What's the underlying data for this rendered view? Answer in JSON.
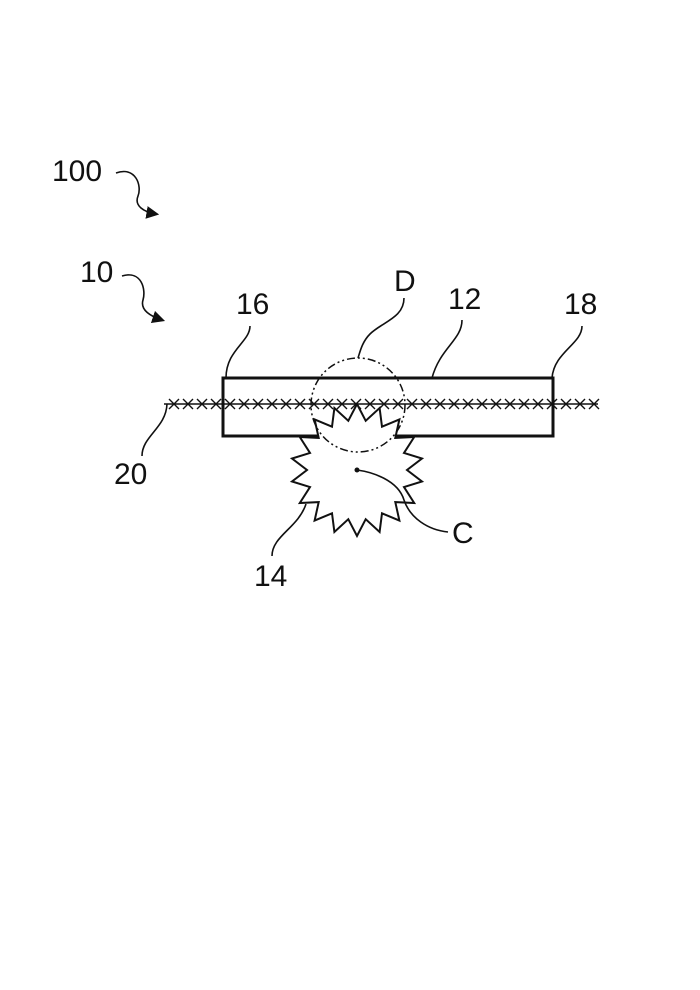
{
  "figure": {
    "labels": {
      "ref_100": "100",
      "ref_10": "10",
      "ref_16": "16",
      "ref_12": "12",
      "ref_18": "18",
      "ref_d": "D",
      "ref_20": "20",
      "ref_14": "14",
      "ref_c": "C"
    },
    "line_color": "#111111",
    "background_color": "#ffffff"
  }
}
